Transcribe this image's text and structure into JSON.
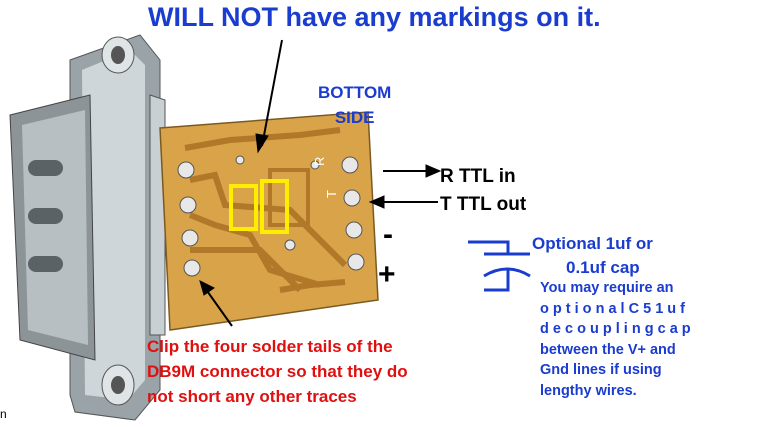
{
  "title": "WILL NOT have any markings on it.",
  "bottom_side": [
    "BOTTOM",
    "SIDE"
  ],
  "pins": {
    "r": "R  TTL in",
    "t": "T  TTL out"
  },
  "polarity": {
    "minus": "-",
    "plus": "+"
  },
  "capacitor": [
    "Optional 1uf or",
    "0.1uf cap"
  ],
  "note": [
    "You may require an",
    "o p t i o n a l   C 5   1 u f",
    "d e c o u p l i n g   c a p",
    "between the V+ and",
    "Gnd lines if using",
    "lengthy wires."
  ],
  "clip_note": [
    "Clip the four solder tails of the",
    "DB9M connector so that they do",
    "not short any other traces"
  ],
  "silkscreen": {
    "r": "R",
    "t": "T"
  },
  "stray_char": "n",
  "colors": {
    "annotation_blue": "#1a3ccf",
    "warning_red": "#e01010",
    "pcb_yellow": "#d9a34a",
    "highlight": "#ffee00"
  }
}
